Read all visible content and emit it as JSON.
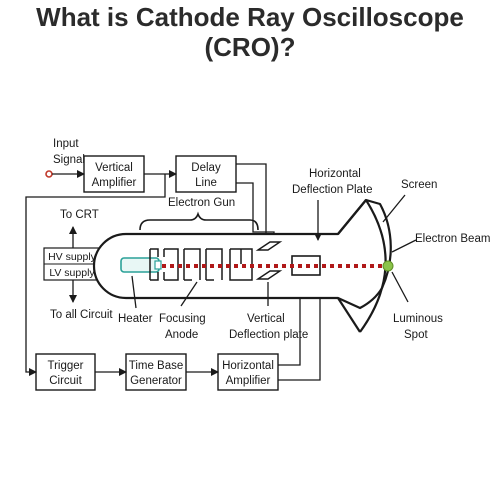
{
  "title_line1": "What is Cathode Ray Oscilloscope",
  "title_line2": "(CRO)?",
  "labels": {
    "input_line1": "Input",
    "input_line2": "Signal",
    "vert_amp_line1": "Vertical",
    "vert_amp_line2": "Amplifier",
    "delay_line1": "Delay",
    "delay_line2": "Line",
    "horiz_plate_line1": "Horizontal",
    "horiz_plate_line2": "Deflection Plate",
    "screen": "Screen",
    "electron_gun": "Electron Gun",
    "to_crt": "To CRT",
    "hv_supply": "HV supply",
    "lv_supply": "LV supply",
    "electron_beam": "Electron Beam",
    "to_all_circuit": "To all Circuit",
    "heater": "Heater",
    "focusing_line1": "Focusing",
    "focusing_line2": "Anode",
    "vert_plate_line1": "Vertical",
    "vert_plate_line2": "Deflection plate",
    "luminous_line1": "Luminous",
    "luminous_line2": "Spot",
    "trigger_line1": "Trigger",
    "trigger_line2": "Circuit",
    "timebase_line1": "Time Base",
    "timebase_line2": "Generator",
    "horiz_amp_line1": "Horizontal",
    "horiz_amp_line2": "Amplifier"
  },
  "colors": {
    "beam": "#b01818",
    "input_marker": "#c0392b",
    "heater": "#2aa198",
    "spot": "#8bc34a"
  }
}
